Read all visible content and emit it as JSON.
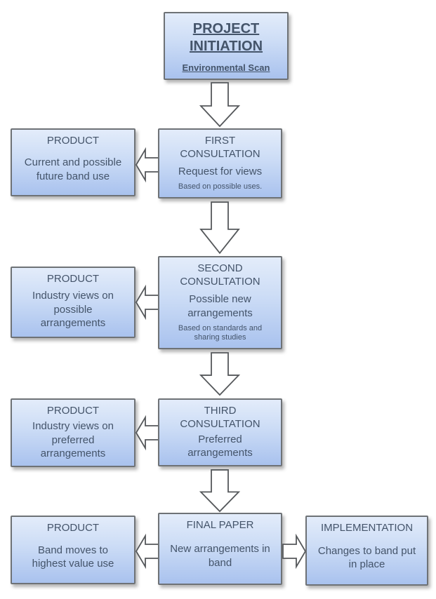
{
  "palette": {
    "background": "#ffffff",
    "box_top": "#e3ecfa",
    "box_mid": "#cdddf6",
    "box_bottom": "#a9c2ee",
    "box_border": "#6e7276",
    "text": "#44546a",
    "arrow_fill": "#ffffff",
    "arrow_stroke": "#55585b"
  },
  "flowchart": {
    "start": {
      "title": "PROJECT INITIATION",
      "subtitle": "Environmental Scan"
    },
    "rows": [
      {
        "product": {
          "title": "PRODUCT",
          "body": "Current and possible future band use"
        },
        "stage": {
          "title": "FIRST CONSULTATION",
          "body": "Request for views",
          "note": "Based on possible uses."
        }
      },
      {
        "product": {
          "title": "PRODUCT",
          "body": "Industry views on possible arrangements"
        },
        "stage": {
          "title": "SECOND CONSULTATION",
          "body": "Possible new arrangements",
          "note": "Based on standards and sharing studies"
        }
      },
      {
        "product": {
          "title": "PRODUCT",
          "body": "Industry views on preferred arrangements"
        },
        "stage": {
          "title": "THIRD CONSULTATION",
          "body": "Preferred arrangements"
        }
      },
      {
        "product": {
          "title": "PRODUCT",
          "body": "Band moves to highest value use"
        },
        "stage": {
          "title": "FINAL PAPER",
          "body": "New arrangements in band"
        },
        "implementation": {
          "title": "IMPLEMENTATION",
          "body": "Changes to band put in place"
        }
      }
    ]
  }
}
